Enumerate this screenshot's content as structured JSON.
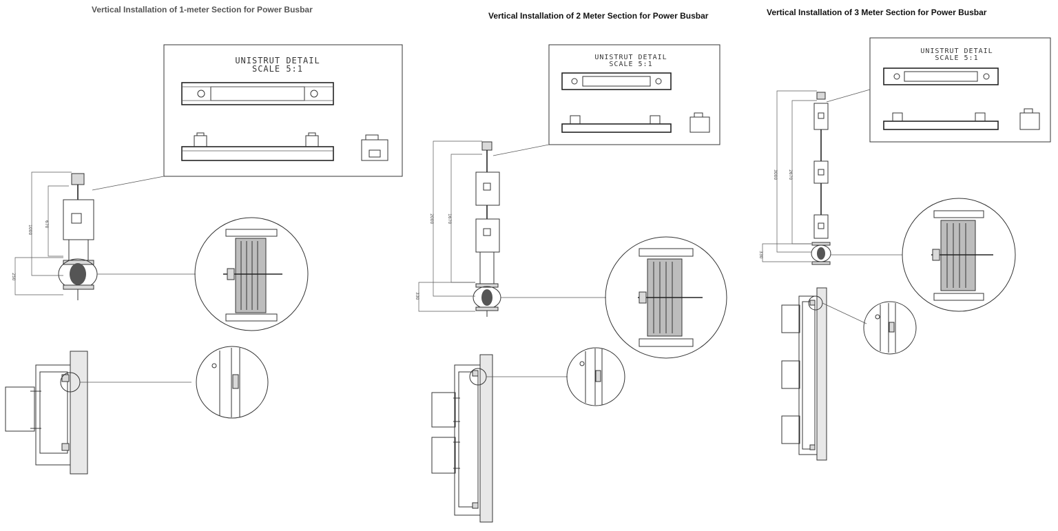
{
  "titles": {
    "one_meter": "Vertical Installation of 1-meter Section  for Power Busbar",
    "two_meter": "Vertical Installation of 2 Meter Section for Power Busbar",
    "three_meter": "Vertical Installation of 3 Meter Section for Power Busbar"
  },
  "unistrut_detail": {
    "line1": "UNISTRUT DETAIL",
    "line2": "SCALE 5:1"
  },
  "dimensions": {
    "d1a": "1000",
    "d1b": "670",
    "d1c": "250",
    "d2a": "2000",
    "d2b": "1670",
    "d2c": "330",
    "d3a": "3000",
    "d3b": "2670",
    "d3c": "330"
  }
}
